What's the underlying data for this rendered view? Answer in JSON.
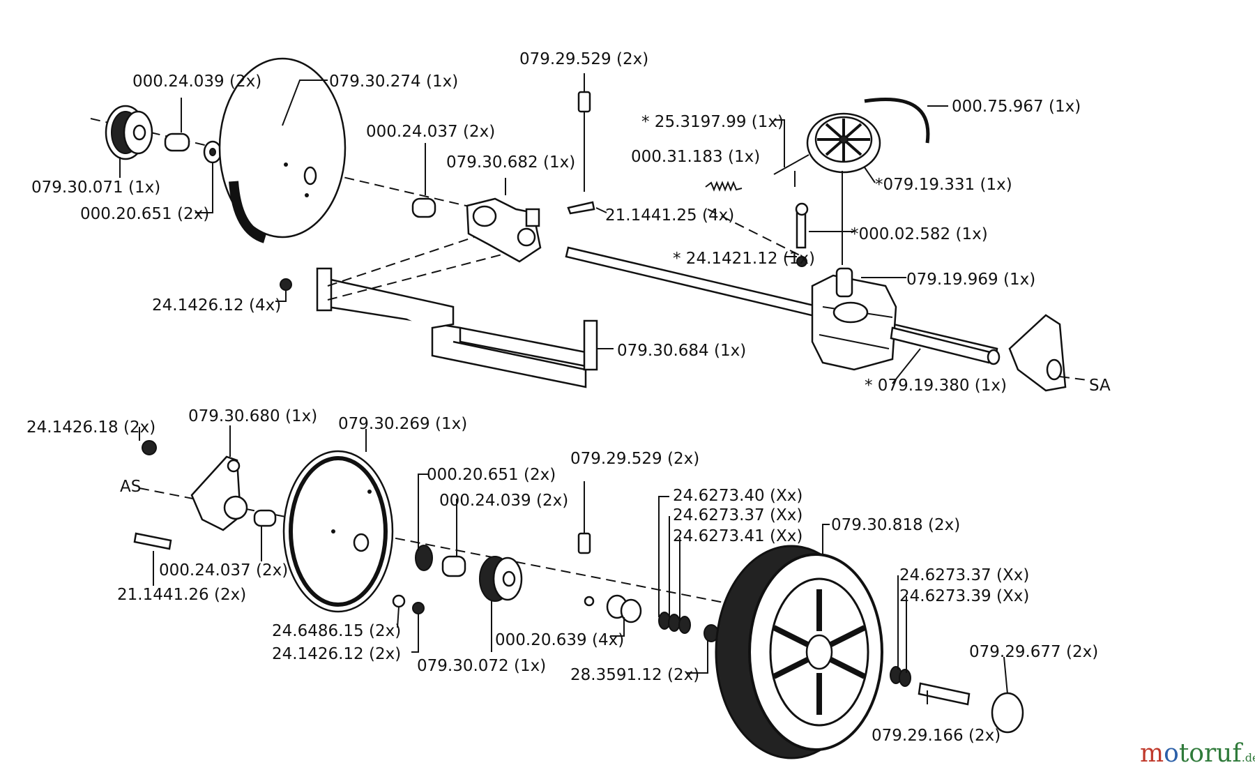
{
  "top_assembly": {
    "labels": [
      "000.24.039 (2x)",
      "079.30.274 (1x)",
      "079.30.071 (1x)",
      "000.20.651 (2x)",
      "000.24.037 (2x)",
      "079.30.682 (1x)",
      "079.29.529 (2x)",
      "21.1441.25 (4x)",
      "24.1426.12 (4x)",
      "079.30.684 (1x)",
      "* 25.3197.99 (1x)",
      "000.75.967 (1x)",
      "000.31.183 (1x)",
      "*079.19.331 (1x)",
      "*000.02.582 (1x)",
      "* 24.1421.12 (1x)",
      "079.19.969 (1x)",
      "* 079.19.380 (1x)",
      "SA"
    ]
  },
  "bottom_assembly": {
    "labels": [
      "24.1426.18 (2x)",
      "079.30.680 (1x)",
      "079.30.269 (1x)",
      "AS",
      "000.20.651 (2x)",
      "000.24.039 (2x)",
      "079.29.529 (2x)",
      "000.24.037 (2x)",
      "21.1441.26 (2x)",
      "24.6486.15 (2x)",
      "24.1426.12 (2x)",
      "079.30.072 (1x)",
      "000.20.639 (4x)",
      "24.6273.40 (Xx)",
      "24.6273.37 (Xx)",
      "24.6273.41 (Xx)",
      "079.30.818 (2x)",
      "28.3591.12 (2x)",
      "24.6273.37 (Xx)",
      "24.6273.39 (Xx)",
      "079.29.677 (2x)",
      "079.29.166 (2x)"
    ]
  },
  "watermark": {
    "part1": "motoruf",
    "part2": ".de",
    "colors": {
      "m": "#c0392b",
      "o": "#2b5fa8",
      "rest": "#2f7a3a"
    }
  }
}
